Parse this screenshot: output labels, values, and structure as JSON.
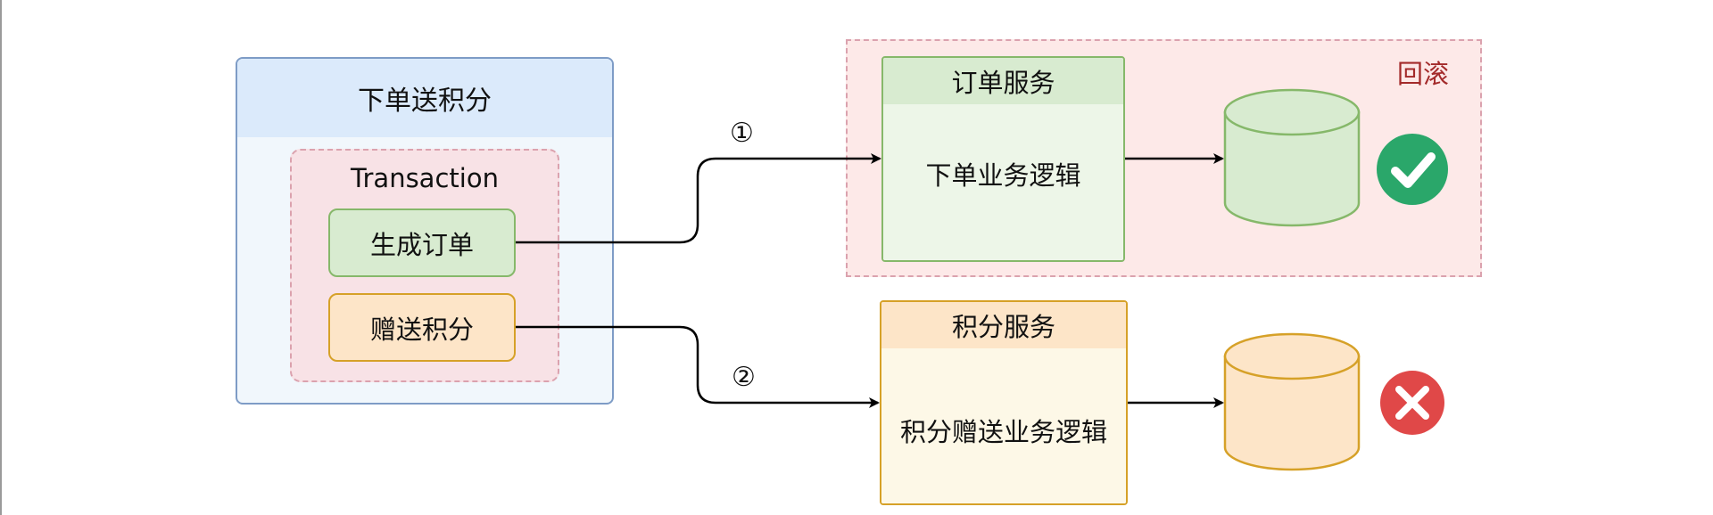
{
  "outer": {
    "title": "下单送积分"
  },
  "transaction": {
    "title": "Transaction",
    "steps": [
      "生成订单",
      "赠送积分"
    ]
  },
  "rollback": {
    "label": "回滚"
  },
  "order_service": {
    "title": "订单服务",
    "logic": "下单业务逻辑",
    "result": "success"
  },
  "points_service": {
    "title": "积分服务",
    "logic": "积分赠送业务逻辑",
    "result": "failure"
  },
  "arrows": {
    "step1": "①",
    "step2": "②"
  },
  "colors": {
    "green_fill": "#d8ebd0",
    "green_stroke": "#86b86a",
    "orange_fill": "#fde5c8",
    "orange_stroke": "#d6a128",
    "rollback_fill": "#fde9e8",
    "rollback_text": "#a32a2a",
    "success": "#2aa76a",
    "failure": "#e04848"
  },
  "icons": {
    "success": "check-circle-icon",
    "failure": "x-circle-icon"
  }
}
